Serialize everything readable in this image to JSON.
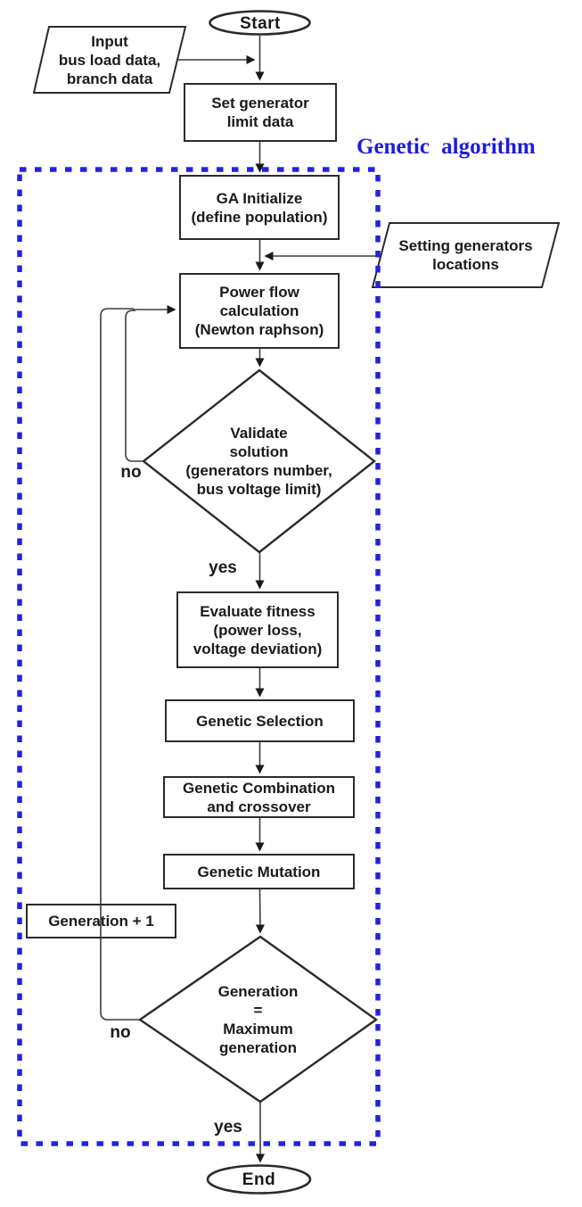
{
  "title": {
    "label": "Genetic algorithm"
  },
  "nodes": {
    "start": {
      "label": "Start",
      "type": "terminator"
    },
    "input_data": {
      "label": "Input\nbus load data,\nbranch data",
      "type": "input-output"
    },
    "set_limits": {
      "label": "Set generator\nlimit data",
      "type": "process"
    },
    "ga_initialize": {
      "label": "GA Initialize\n(define population)",
      "type": "process"
    },
    "setting_locations": {
      "label": "Setting generators\nlocations",
      "type": "input-output"
    },
    "power_flow": {
      "label": "Power flow\ncalculation\n(Newton raphson)",
      "type": "process"
    },
    "validate": {
      "label": "Validate\nsolution\n(generators number,\nbus voltage limit)",
      "type": "decision"
    },
    "evaluate_fitness": {
      "label": "Evaluate fitness\n(power loss,\nvoltage deviation)",
      "type": "process"
    },
    "selection": {
      "label": "Genetic Selection",
      "type": "process"
    },
    "combination": {
      "label": "Genetic Combination\nand crossover",
      "type": "process"
    },
    "mutation": {
      "label": "Genetic Mutation",
      "type": "process"
    },
    "generation_increment": {
      "label": "Generation + 1",
      "type": "process"
    },
    "generation_check": {
      "label": "Generation\n=\nMaximum\ngeneration",
      "type": "decision"
    },
    "end": {
      "label": "End",
      "type": "terminator"
    }
  },
  "edge_labels": {
    "validate_no": "no",
    "validate_yes": "yes",
    "generation_no": "no",
    "generation_yes": "yes"
  },
  "colors": {
    "dashed_boundary": "#2222e0",
    "title_text": "#1c1ce0",
    "shape_stroke": "#2b2b2b",
    "connector": "#3d3d3d",
    "node_fill": "#ffffff",
    "text": "#1a1a1a"
  }
}
